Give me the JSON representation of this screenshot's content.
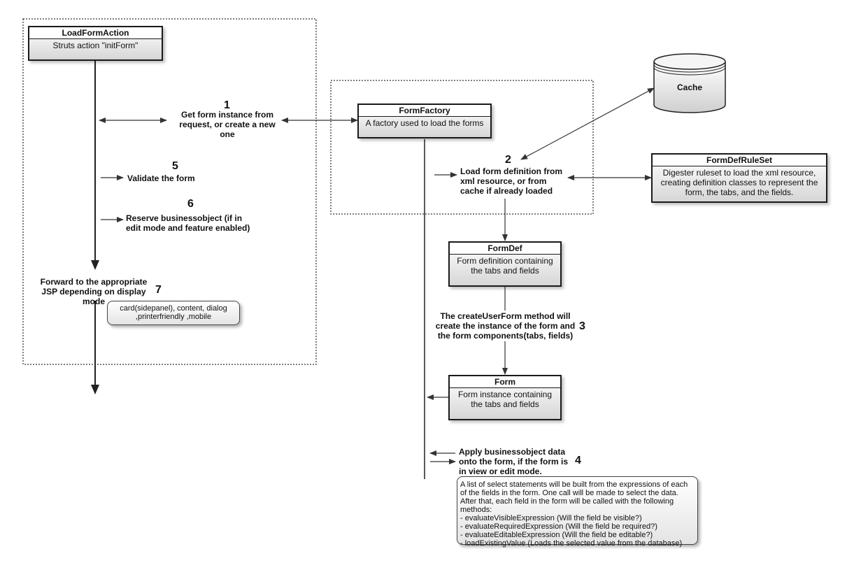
{
  "boxes": {
    "load_form_action": {
      "title": "LoadFormAction",
      "body": "Struts action \"initForm\""
    },
    "form_factory": {
      "title": "FormFactory",
      "body": "A factory used to load the forms"
    },
    "form_def_rule_set": {
      "title": "FormDefRuleSet",
      "body": "Digester ruleset to load the xml resource, creating definition classes to represent the form, the tabs, and the fields."
    },
    "form_def": {
      "title": "FormDef",
      "body": "Form definition containing the tabs and fields"
    },
    "form": {
      "title": "Form",
      "body": "Form instance containing the tabs and fields"
    }
  },
  "cache": {
    "label": "Cache"
  },
  "steps": {
    "s1": {
      "num": "1",
      "text": "Get form instance from request, or create a new one"
    },
    "s2": {
      "num": "2",
      "text": "Load form definition from xml resource, or from cache if already loaded"
    },
    "s3": {
      "num": "3",
      "text": "The createUserForm method will create the instance of the form and the form components(tabs, fields)"
    },
    "s4": {
      "num": "4",
      "text": "Apply businessobject data onto the form, if the form is in view or edit mode."
    },
    "s5": {
      "num": "5",
      "text": "Validate the form"
    },
    "s6": {
      "num": "6",
      "text": "Reserve businessobject (if in edit mode and feature enabled)"
    },
    "s7": {
      "num": "7",
      "text": "Forward to the appropriate JSP depending on display mode"
    }
  },
  "notes": {
    "display_modes": "card(sidepanel), content, dialog ,printerfriendly ,mobile",
    "evaluation": {
      "intro": "A list of select statements will be built from the expressions of each of the fields in the form. One call will be made to select the data. After that, each field in the form will be called with the following methods:",
      "items": [
        "- evaluateVisibleExpression (Will the field be visible?)",
        "- evaluateRequiredExpression (Will the field be required?)",
        "- evaluateEditableExpression (Will the field be editable?)",
        "- loadExistingValue (Loads the selected value from the database)"
      ]
    }
  }
}
